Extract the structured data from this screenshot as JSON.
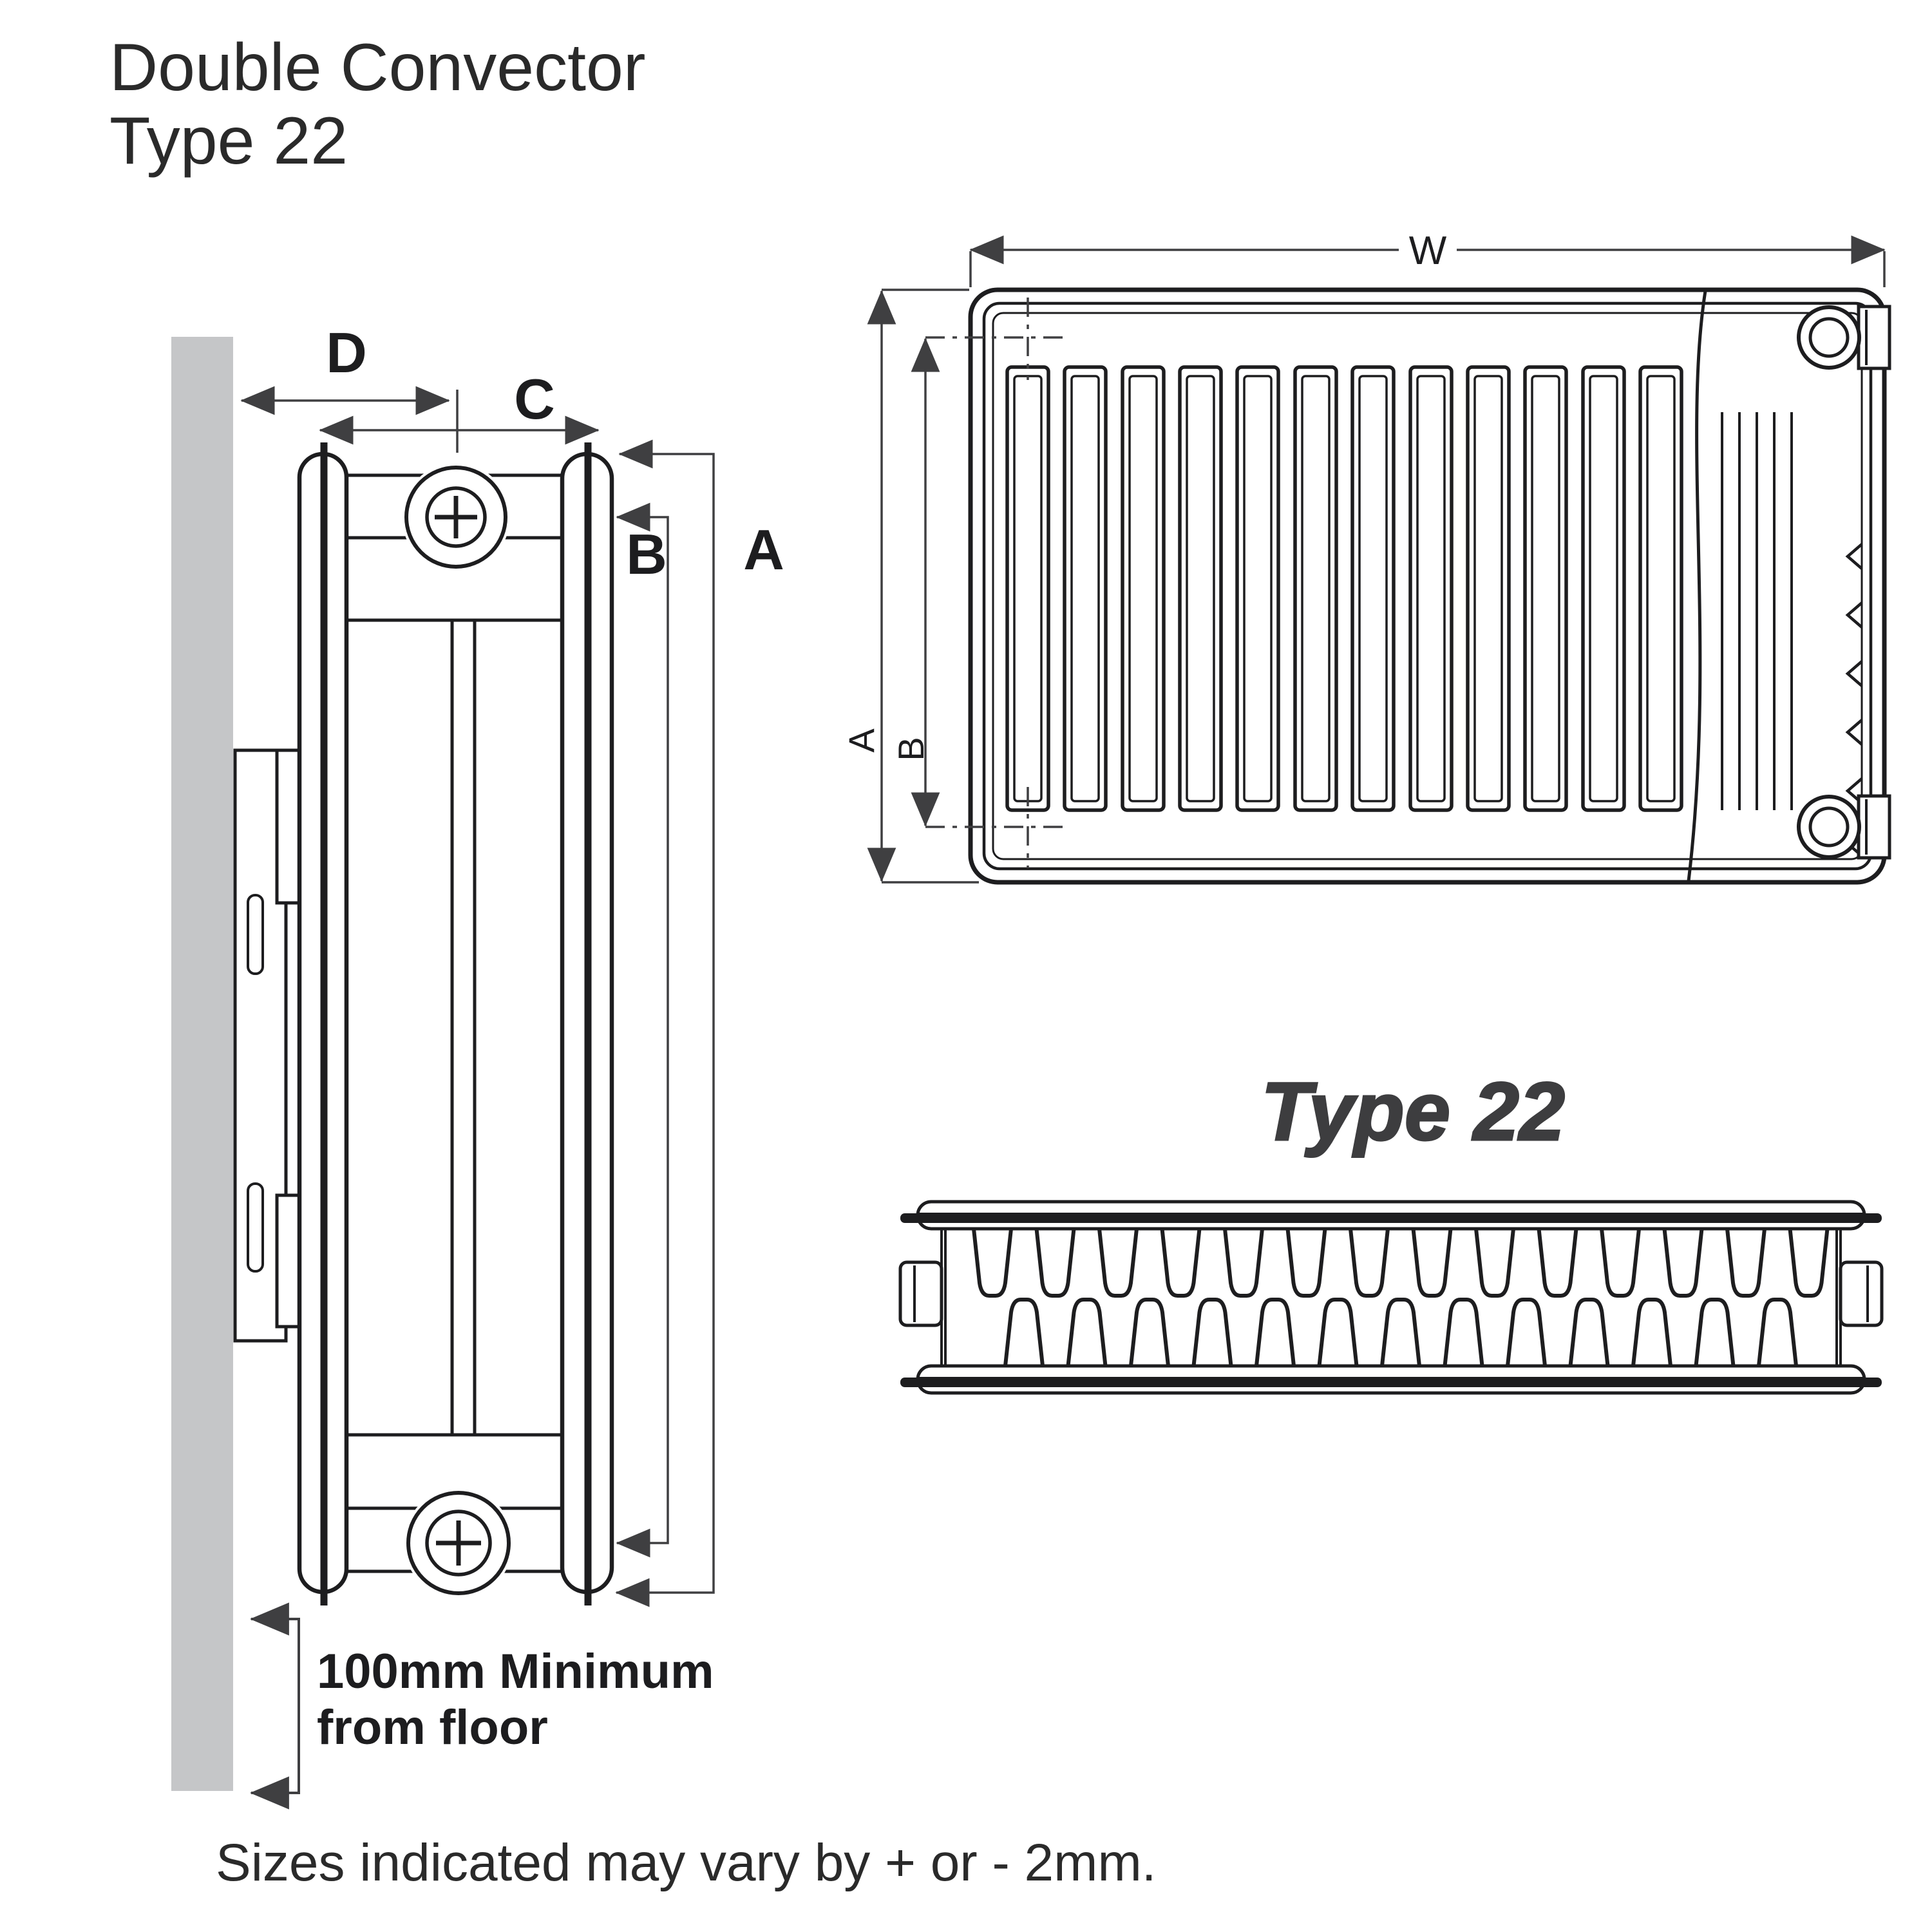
{
  "title": {
    "line1": "Double Convector",
    "line2": "Type 22"
  },
  "side_view": {
    "dim_d": "D",
    "dim_c": "C",
    "dim_b": "B",
    "dim_a": "A",
    "floor_clearance_line1": "100mm Minimum",
    "floor_clearance_line2": "from floor"
  },
  "front_view": {
    "dim_w": "W",
    "dim_a": "A",
    "dim_b": "B"
  },
  "section_view": {
    "label": "Type 22"
  },
  "footer": {
    "tolerance_note": "Sizes indicated may vary by + or - 2mm."
  },
  "colors": {
    "wall_gray": "#c5c6c8",
    "line_black": "#1d1d1f",
    "dim_gray": "#3f3f41",
    "section_label_gray": "#3d3d3f",
    "text_dark": "#2a2a2a"
  }
}
